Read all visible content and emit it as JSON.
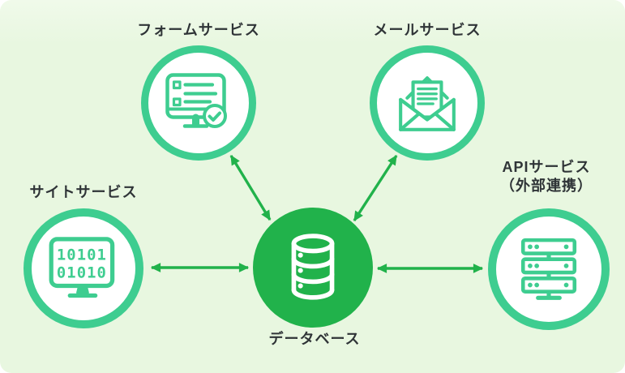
{
  "page": {
    "background_color": "#e8f7e0",
    "ring_color": "#3ecd90",
    "accent_color": "#21b24b",
    "label_color": "#2f3437",
    "node_fill": "#ffffff"
  },
  "nodes": {
    "form": {
      "label": "フォームサービス",
      "icon": "form-monitor-icon"
    },
    "mail": {
      "label": "メールサービス",
      "icon": "mail-envelope-icon"
    },
    "site": {
      "label": "サイトサービス",
      "icon": "binary-monitor-icon",
      "binary_rows": {
        "row1": "10101",
        "row2": "01010"
      }
    },
    "api": {
      "label_line1": "APIサービス",
      "label_line2": "（外部連携）",
      "icon": "server-stack-icon"
    },
    "database": {
      "label": "データベース",
      "icon": "database-icon"
    }
  },
  "edges": [
    {
      "from": "form-service",
      "to": "database",
      "direction": "bidirectional"
    },
    {
      "from": "mail-service",
      "to": "database",
      "direction": "bidirectional"
    },
    {
      "from": "site-service",
      "to": "database",
      "direction": "bidirectional"
    },
    {
      "from": "database",
      "to": "api-service",
      "direction": "bidirectional"
    }
  ]
}
